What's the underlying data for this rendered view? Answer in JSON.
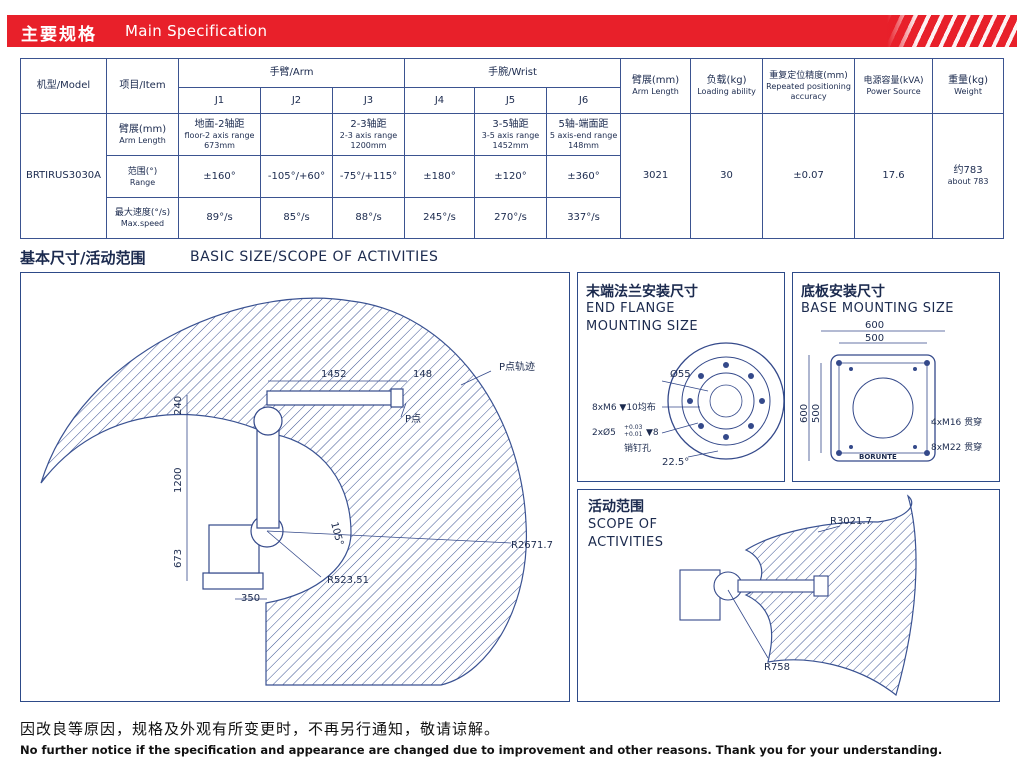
{
  "header": {
    "title_cn": "主要规格",
    "title_en": "Main Specification"
  },
  "table": {
    "h_model": "机型/Model",
    "h_item": "项目/Item",
    "h_arm": "手臂/Arm",
    "h_wrist": "手腕/Wrist",
    "joints": [
      "J1",
      "J2",
      "J3",
      "J4",
      "J5",
      "J6"
    ],
    "h_armlength_cn": "臂展(mm)",
    "h_armlength_en": "Arm Length",
    "h_load_cn": "负载(kg)",
    "h_load_en": "Loading ability",
    "h_repeat_cn": "重复定位精度(mm)",
    "h_repeat_en": "Repeated positioning accuracy",
    "h_power_cn": "电源容量(kVA)",
    "h_power_en": "Power Source",
    "h_weight_cn": "重量(kg)",
    "h_weight_en": "Weight",
    "model": "BRTIRUS3030A",
    "row1_cn": "臂展(mm)",
    "row1_en": "Arm Length",
    "row2_cn": "范围(°)",
    "row2_en": "Range",
    "row3_cn": "最大速度(°/s)",
    "row3_en": "Max.speed",
    "al_j1_cn": "地面-2轴距",
    "al_j1_en": "floor-2 axis range",
    "al_j1_val": "673mm",
    "al_j3_cn": "2-3轴距",
    "al_j3_en": "2-3 axis range",
    "al_j3_val": "1200mm",
    "al_j5_cn": "3-5轴距",
    "al_j5_en": "3-5 axis range",
    "al_j5_val": "1452mm",
    "al_j6_cn": "5轴-端面距",
    "al_j6_en": "5 axis-end range",
    "al_j6_val": "148mm",
    "range": [
      "±160°",
      "-105°/+60°",
      "-75°/+115°",
      "±180°",
      "±120°",
      "±360°"
    ],
    "speed": [
      "89°/s",
      "85°/s",
      "88°/s",
      "245°/s",
      "270°/s",
      "337°/s"
    ],
    "arm_length": "3021",
    "load": "30",
    "repeat": "±0.07",
    "power": "17.6",
    "weight_cn": "约783",
    "weight_en": "about 783"
  },
  "section": {
    "title_cn": "基本尺寸/活动范围",
    "title_en": "BASIC SIZE/SCOPE OF ACTIVITIES"
  },
  "main_drawing": {
    "p_trajectory": "P点轨迹",
    "p_point": "P点",
    "dim_1452": "1452",
    "dim_148": "148",
    "dim_240": "240",
    "dim_1200": "1200",
    "dim_673": "673",
    "dim_350": "350",
    "angle_105": "105°",
    "r_2671": "R2671.7",
    "r_523": "R523.51"
  },
  "flange": {
    "title_cn": "末端法兰安装尺寸",
    "title_en_1": "END FLANGE",
    "title_en_2": "MOUNTING SIZE",
    "d55": "Ø55",
    "m6": "8xM6 ▼10均布",
    "pin": "2xØ5",
    "tol_up": "+0.03",
    "tol_dn": "+0.01",
    "pin_depth": "▼8",
    "pin_label": "销钉孔",
    "angle": "22.5°"
  },
  "base": {
    "title_cn": "底板安装尺寸",
    "title_en": "BASE MOUNTING SIZE",
    "w600": "600",
    "w500": "500",
    "h600": "600",
    "h500": "500",
    "m16": "4xM16 贯穿",
    "m22": "8xM22 贯穿",
    "logo": "BORUNTE"
  },
  "scope": {
    "title_cn": "活动范围",
    "title_en_1": "SCOPE OF",
    "title_en_2": "ACTIVITIES",
    "r_3021": "R3021.7",
    "r_758": "R758"
  },
  "footer": {
    "cn": "因改良等原因，规格及外观有所变更时，不再另行通知，敬请谅解。",
    "en": "No further notice if the specification and appearance are changed due to improvement and other reasons. Thank you for your understanding."
  },
  "colors": {
    "brand_red": "#e8202a",
    "line_blue": "#2d4a88",
    "text_navy": "#1b2a4e"
  }
}
